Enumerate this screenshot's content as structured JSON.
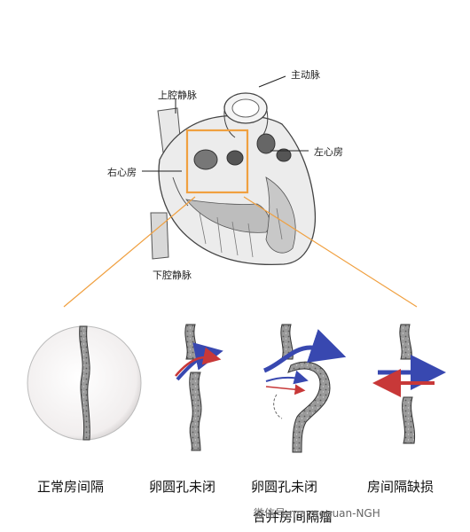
{
  "heart": {
    "labels": {
      "aorta": "主动脉",
      "superior_vena_cava": "上腔静脉",
      "right_atrium": "右心房",
      "left_atrium": "左心房",
      "inferior_vena_cava": "下腔静脉"
    },
    "highlight_color": "#f0a040"
  },
  "panels": [
    {
      "caption": "正常房间隔"
    },
    {
      "caption": "卵圆孔未闭"
    },
    {
      "caption": "卵圆孔未闭"
    },
    {
      "caption": "房间隔缺损"
    }
  ],
  "footer": {
    "caption": "合并房间隔瘤",
    "watermark": "微信号 mayueguan-NGH"
  },
  "colors": {
    "arrow_blue": "#3848b0",
    "arrow_red": "#c83838",
    "septum_fill": "#8a8a8a",
    "callout_line": "#f0a040"
  }
}
